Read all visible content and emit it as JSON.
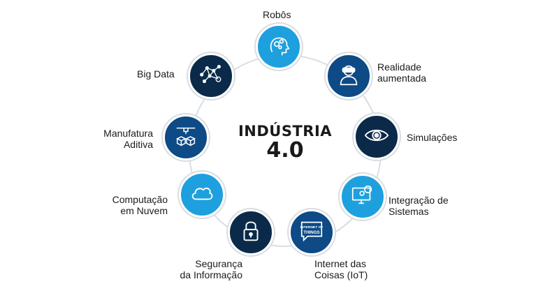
{
  "center": {
    "line1": "INDÚSTRIA",
    "line2": "4.0"
  },
  "nodes": [
    {
      "label": "Robôs",
      "icon": "robot-head-gears-icon"
    },
    {
      "label": "Realidade\naumentada",
      "icon": "vr-headset-person-icon"
    },
    {
      "label": "Simulações",
      "icon": "eye-icon"
    },
    {
      "label": "Integração de\nSistemas",
      "icon": "monitor-gears-icon"
    },
    {
      "label": "Internet das\nCoisas (IoT)",
      "icon": "internet-of-things-sign-icon",
      "sign_text": "INTERNET OF\nTHINGS"
    },
    {
      "label": "Segurança\nda Informação",
      "icon": "padlock-icon"
    },
    {
      "label": "Computação\nem Nuvem",
      "icon": "cloud-icon"
    },
    {
      "label": "Manufatura\nAditiva",
      "icon": "3d-printer-icon"
    },
    {
      "label": "Big Data",
      "icon": "network-nodes-icon"
    }
  ],
  "colors": {
    "light_blue": "#1ea0de",
    "mid_blue": "#0d4a86",
    "dark_navy": "#0b2a4a",
    "ring": "#d9dde2"
  }
}
